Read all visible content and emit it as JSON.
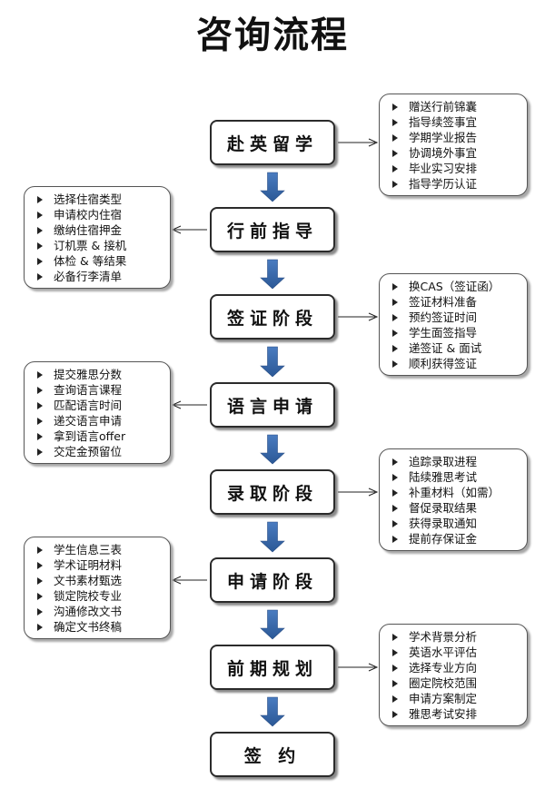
{
  "title": "咨询流程",
  "stages": [
    {
      "label": "赴英留学",
      "side": "right",
      "items": [
        "赠送行前锦囊",
        "指导续签事宜",
        "学期学业报告",
        "协调境外事宜",
        "毕业实习安排",
        "指导学历认证"
      ]
    },
    {
      "label": "行前指导",
      "side": "left",
      "items": [
        "选择住宿类型",
        "申请校内住宿",
        "缴纳住宿押金",
        "订机票 & 接机",
        "体检 & 等结果",
        "必备行李清单"
      ]
    },
    {
      "label": "签证阶段",
      "side": "right",
      "items": [
        "换CAS（签证函）",
        "签证材料准备",
        "预约签证时间",
        "学生面签指导",
        "递签证 & 面试",
        "顺利获得签证"
      ]
    },
    {
      "label": "语言申请",
      "side": "left",
      "items": [
        "提交雅思分数",
        "查询语言课程",
        "匹配语言时间",
        "递交语言申请",
        "拿到语言offer",
        "交定金预留位"
      ]
    },
    {
      "label": "录取阶段",
      "side": "right",
      "items": [
        "追踪录取进程",
        "陆续雅思考试",
        "补重材料（如需）",
        "督促录取结果",
        "获得录取通知",
        "提前存保证金"
      ]
    },
    {
      "label": "申请阶段",
      "side": "left",
      "items": [
        "学生信息三表",
        "学术证明材料",
        "文书素材甄选",
        "锁定院校专业",
        "沟通修改文书",
        "确定文书终稿"
      ]
    },
    {
      "label": "前期规划",
      "side": "right",
      "items": [
        "学术背景分析",
        "英语水平评估",
        "选择专业方向",
        "圈定院校范围",
        "申请方案制定",
        "雅思考试安排"
      ]
    },
    {
      "label": "签 约",
      "side": "none",
      "items": []
    }
  ]
}
